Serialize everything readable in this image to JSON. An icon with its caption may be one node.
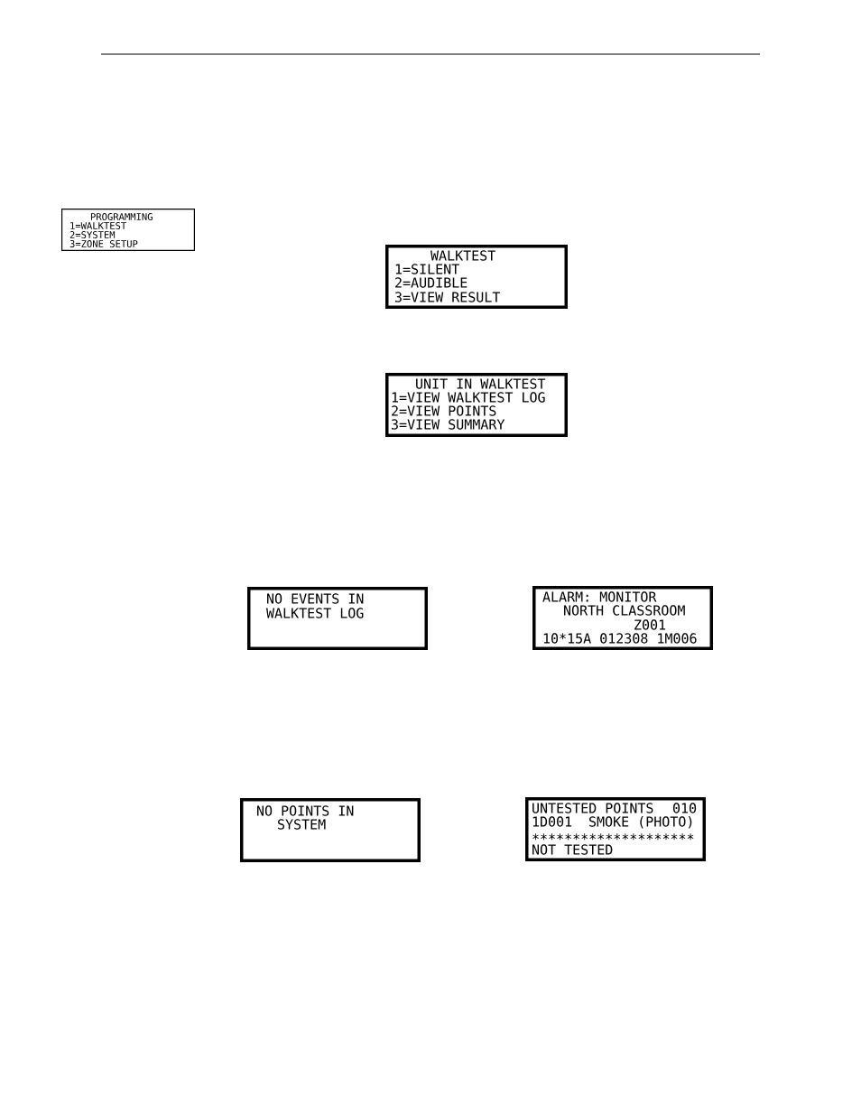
{
  "diagram": {
    "nodes": [
      {
        "text": [
          "PROGRAMMING",
          "1=WALKTEST",
          "2=SYSTEM",
          "3=ZONE SETUP"
        ]
      },
      {
        "text": [
          "WALKTEST",
          "1=SILENT",
          "2=AUDIBLE",
          "3=VIEW RESULT"
        ]
      },
      {
        "text": [
          "UNIT IN WALKTEST",
          "1=VIEW WALKTEST LOG",
          "2=VIEW POINTS",
          "3=VIEW SUMMARY"
        ]
      },
      {
        "text": [
          "NO EVENTS IN",
          "WALKTEST LOG"
        ]
      },
      {
        "text": [
          "ALARM: MONITOR",
          "NORTH CLASSROOM",
          "Z001",
          "10*15A 012308 1M006"
        ]
      },
      {
        "text": [
          "NO POINTS IN",
          "SYSTEM"
        ]
      },
      {
        "text": [
          "UNTESTED POINTS",
          "010",
          "1D001",
          "SMOKE (PHOTO)",
          "∗∗∗∗∗∗∗∗∗∗∗∗∗∗∗∗∗∗∗∗",
          "NOT TESTED"
        ]
      }
    ]
  }
}
